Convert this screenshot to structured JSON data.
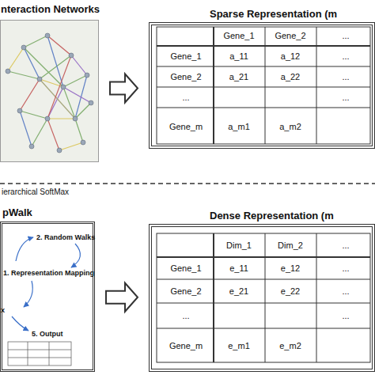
{
  "diagram": {
    "nodes": [
      {
        "text": [
          "nteraction Networks"
        ]
      },
      {
        "text": [
          "Sparse Representation (m"
        ]
      },
      {
        "text": [
          "pWalk"
        ]
      },
      {
        "text": [
          "Dense Representation (m"
        ]
      }
    ],
    "edges": [
      {
        "from": 0,
        "to": 1,
        "arrow": "to"
      },
      {
        "from": 2,
        "to": 3,
        "arrow": "to"
      }
    ],
    "labels": [
      "ierarchical SoftMax",
      "Gene_1",
      "Gene_2",
      "...",
      "Gene_1",
      "a_11",
      "a_12",
      "...",
      "Gene_2",
      "a_21",
      "a_22",
      "...",
      "...",
      "...",
      "Gene_m",
      "a_m1",
      "a_m2",
      "2. Random Walks",
      "1. Representation Mapping",
      "x",
      "5. Output",
      "Dim_1",
      "Dim_2",
      "...",
      "Gene_1",
      "e_11",
      "e_12",
      "...",
      "Gene_2",
      "e_21",
      "e_22",
      "...",
      "...",
      "...",
      "Gene_m",
      "e_m1",
      "e_m2"
    ]
  }
}
